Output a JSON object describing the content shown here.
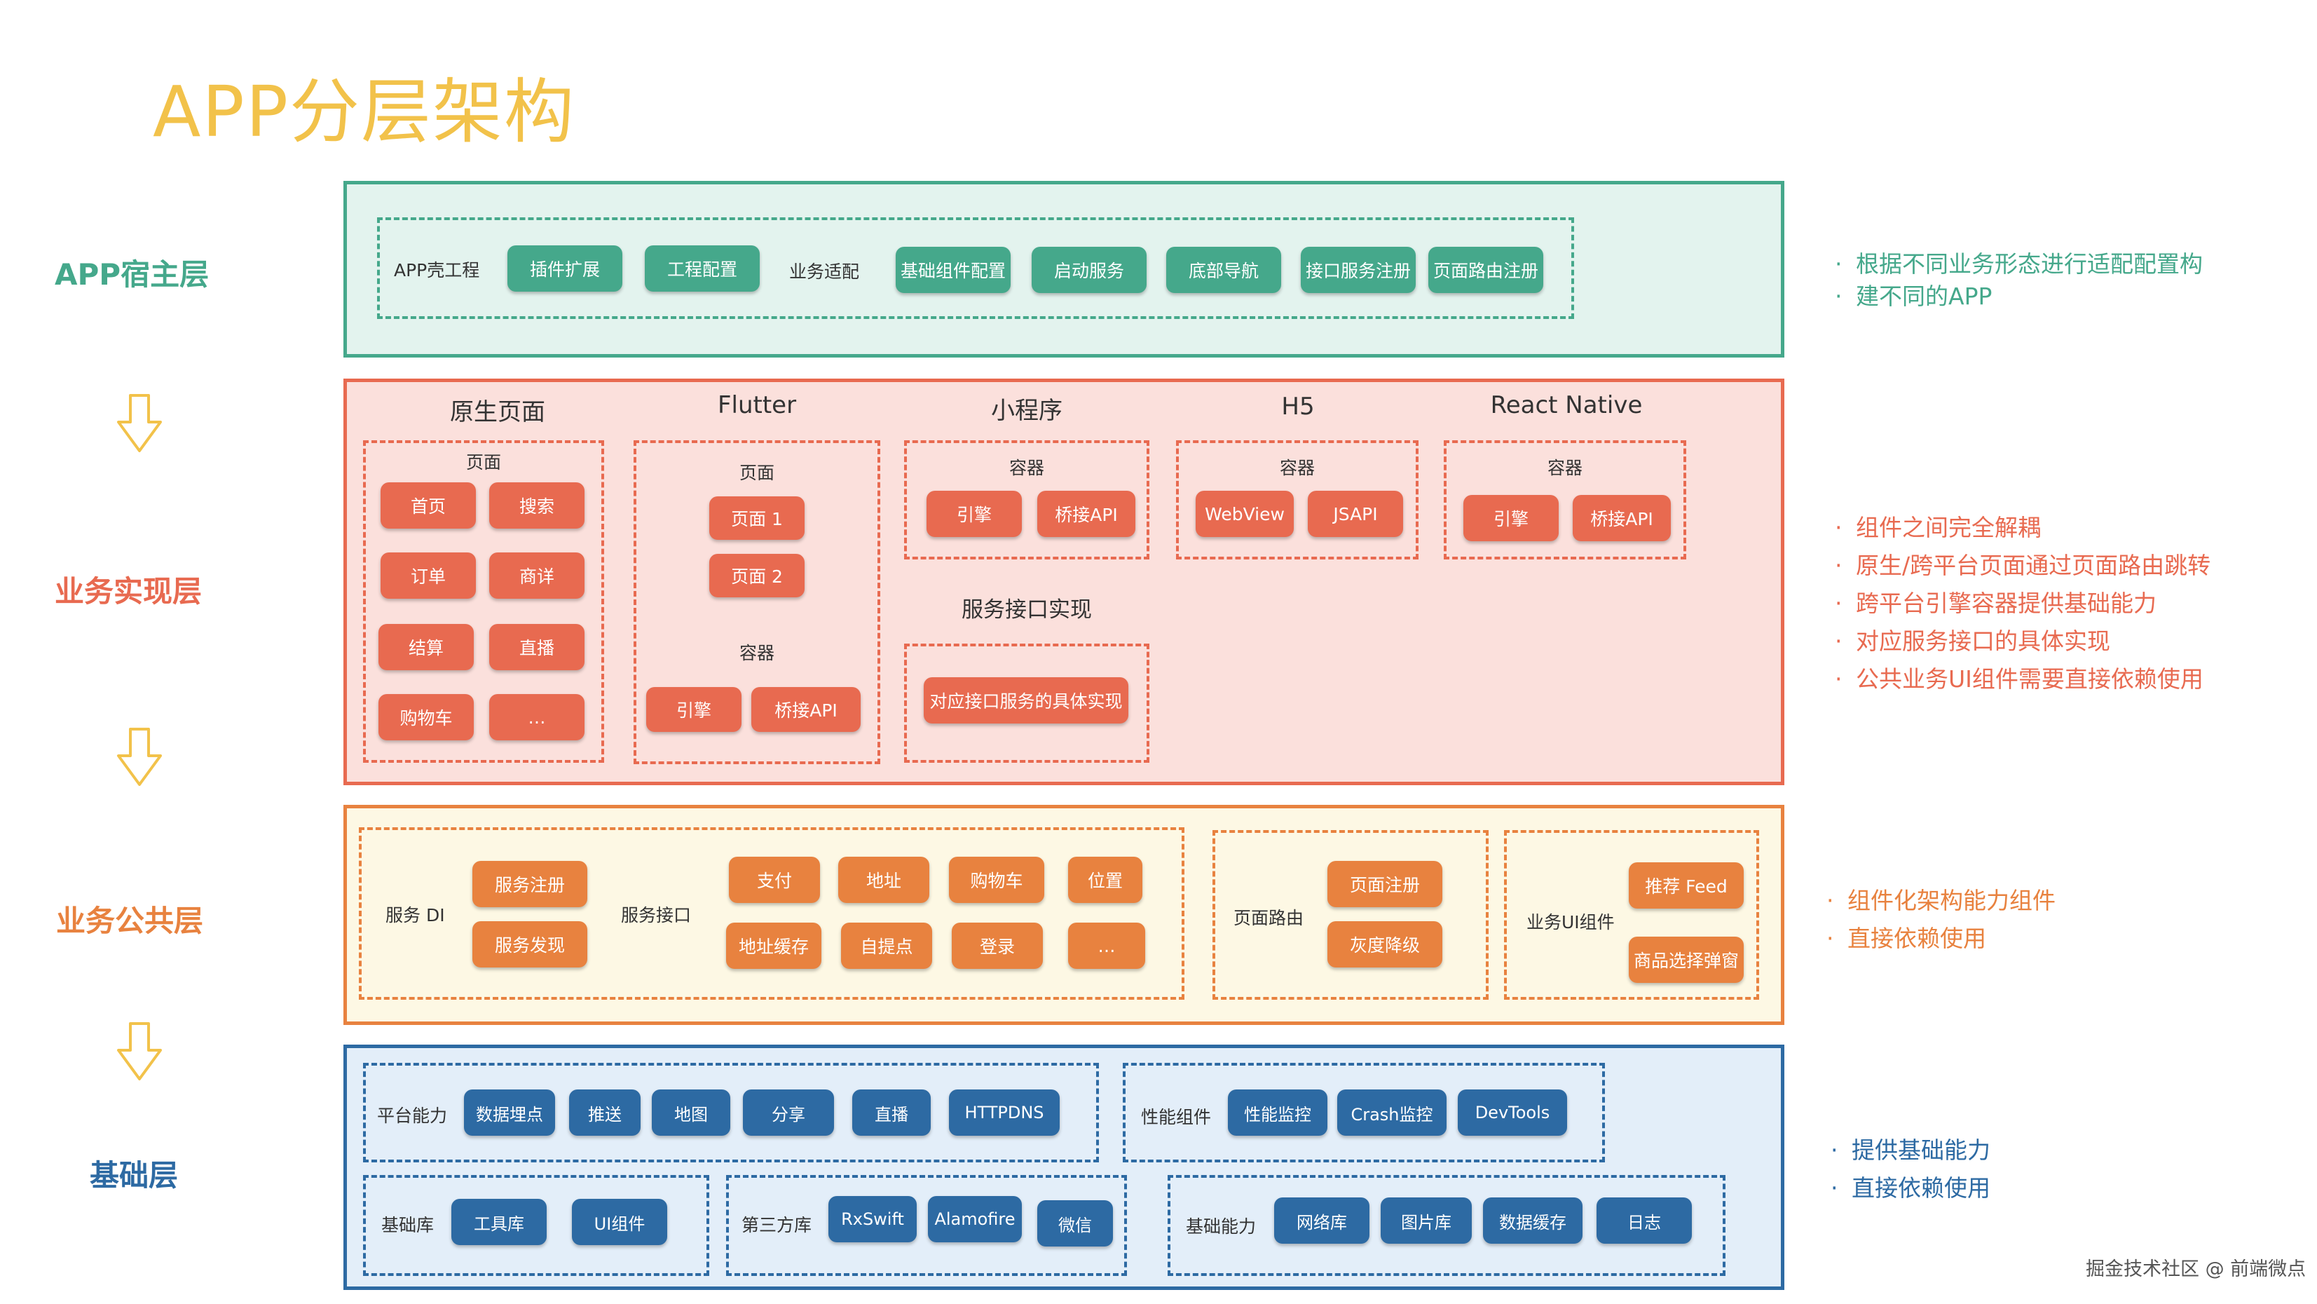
{
  "title": "APP分层架构",
  "layers": {
    "host": "APP宿主层",
    "business": "业务实现层",
    "common": "业务公共层",
    "base": "基础层"
  },
  "colors": {
    "title": "#f2c24a",
    "host": "#45a88b",
    "business": "#e86a50",
    "common": "#e8823f",
    "base": "#2d6aa3"
  },
  "arrow_icon": "down-arrow-outline",
  "host_layer": {
    "shell_label": "APP壳工程",
    "plugin": "插件扩展",
    "config": "工程配置",
    "adapt_label": "业务适配",
    "items": [
      "基础组件配置",
      "启动服务",
      "底部导航",
      "接口服务注册",
      "页面路由注册"
    ]
  },
  "business_layer": {
    "native": {
      "title": "原生页面",
      "sub": "页面",
      "items": [
        "首页",
        "搜索",
        "订单",
        "商详",
        "结算",
        "直播",
        "购物车",
        "…"
      ]
    },
    "flutter": {
      "title": "Flutter",
      "sub_page": "页面",
      "pages": [
        "页面 1",
        "页面 2"
      ],
      "sub_container": "容器",
      "engine": "引擎",
      "bridge": "桥接API"
    },
    "miniapp": {
      "title": "小程序",
      "sub": "容器",
      "engine": "引擎",
      "bridge": "桥接API"
    },
    "h5": {
      "title": "H5",
      "sub": "容器",
      "webview": "WebView",
      "jsapi": "JSAPI"
    },
    "rn": {
      "title": "React Native",
      "sub": "容器",
      "engine": "引擎",
      "bridge": "桥接API"
    },
    "service_impl": {
      "title": "服务接口实现",
      "item": "对应接口服务的具体实现"
    }
  },
  "common_layer": {
    "di_label": "服务 DI",
    "register": "服务注册",
    "discover": "服务发现",
    "api_label": "服务接口",
    "api_items": [
      "支付",
      "地址",
      "购物车",
      "位置",
      "地址缓存",
      "自提点",
      "登录",
      "…"
    ],
    "router_label": "页面路由",
    "page_register": "页面注册",
    "gray": "灰度降级",
    "ui_label": "业务UI组件",
    "feed": "推荐 Feed",
    "popup": "商品选择弹窗"
  },
  "base_layer": {
    "platform_label": "平台能力",
    "platform_items": [
      "数据埋点",
      "推送",
      "地图",
      "分享",
      "直播",
      "HTTPDNS"
    ],
    "perf_label": "性能组件",
    "perf_items": [
      "性能监控",
      "Crash监控",
      "DevTools"
    ],
    "lib_label": "基础库",
    "lib_items": [
      "工具库",
      "UI组件"
    ],
    "third_label": "第三方库",
    "third_items": [
      "RxSwift",
      "Alamofire",
      "微信"
    ],
    "ability_label": "基础能力",
    "ability_items": [
      "网络库",
      "图片库",
      "数据缓存",
      "日志"
    ]
  },
  "notes": {
    "host": [
      "根据不同业务形态进行适配配置构",
      "建不同的APP"
    ],
    "business": [
      "组件之间完全解耦",
      "原生/跨平台页面通过页面路由跳转",
      "跨平台引擎容器提供基础能力",
      "对应服务接口的具体实现",
      "公共业务UI组件需要直接依赖使用"
    ],
    "common": [
      "组件化架构能力组件",
      "直接依赖使用"
    ],
    "base": [
      "提供基础能力",
      "直接依赖使用"
    ]
  },
  "watermark": "掘金技术社区 @ 前端微点"
}
